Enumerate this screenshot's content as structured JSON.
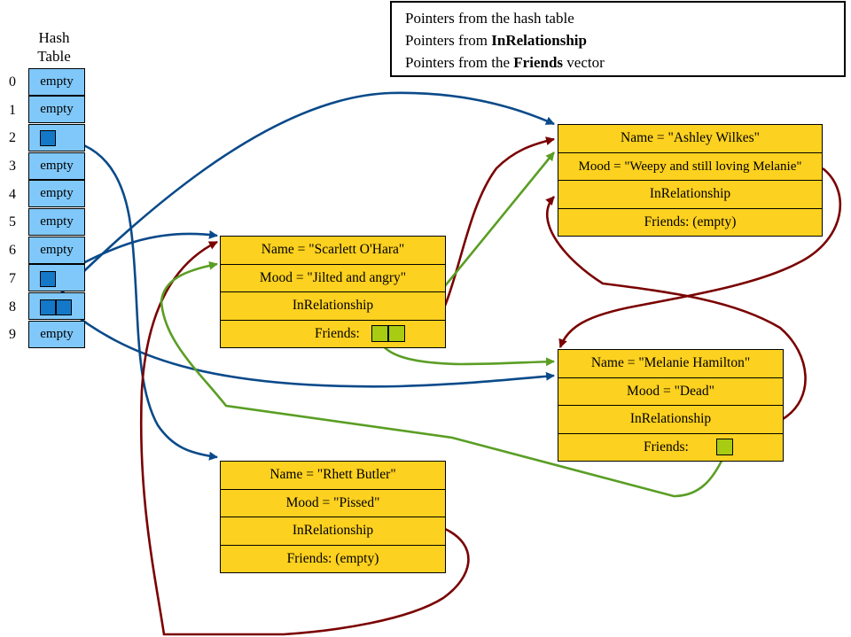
{
  "legend": {
    "rows": [
      {
        "prefix": "Pointers from the hash table",
        "bold": "",
        "suffix": "",
        "color": "#0a4a8a"
      },
      {
        "prefix": "Pointers from ",
        "bold": "InRelationship",
        "suffix": "",
        "color": "#7a0000"
      },
      {
        "prefix": "Pointers from the ",
        "bold": "Friends",
        "suffix": " vector",
        "color": "#5a9e24"
      }
    ]
  },
  "hash_table": {
    "title_line1": "Hash",
    "title_line2": "Table",
    "rows": [
      {
        "index": "0",
        "value": "empty"
      },
      {
        "index": "1",
        "value": "empty"
      },
      {
        "index": "2",
        "value": ""
      },
      {
        "index": "3",
        "value": "empty"
      },
      {
        "index": "4",
        "value": "empty"
      },
      {
        "index": "5",
        "value": "empty"
      },
      {
        "index": "6",
        "value": "empty"
      },
      {
        "index": "7",
        "value": ""
      },
      {
        "index": "8",
        "value": ""
      },
      {
        "index": "9",
        "value": "empty"
      }
    ]
  },
  "nodes": {
    "scarlett": {
      "name": "Name = \"Scarlett O'Hara\"",
      "mood": "Mood = \"Jilted and angry\"",
      "rel": "InRelationship",
      "friends": "Friends:"
    },
    "ashley": {
      "name": "Name = \"Ashley Wilkes\"",
      "mood": "Mood = \"Weepy and still loving Melanie\"",
      "rel": "InRelationship",
      "friends": "Friends: (empty)"
    },
    "melanie": {
      "name": "Name = \"Melanie Hamilton\"",
      "mood": "Mood = \"Dead\"",
      "rel": "InRelationship",
      "friends": "Friends:"
    },
    "rhett": {
      "name": "Name = \"Rhett Butler\"",
      "mood": "Mood = \"Pissed\"",
      "rel": "InRelationship",
      "friends": "Friends: (empty)"
    }
  },
  "colors": {
    "hash_pointer": "#0a4a8a",
    "relationship_pointer": "#7a0000",
    "friends_pointer": "#5a9e24",
    "node_fill": "#fdd11f",
    "hash_cell_fill": "#80c8fa"
  }
}
